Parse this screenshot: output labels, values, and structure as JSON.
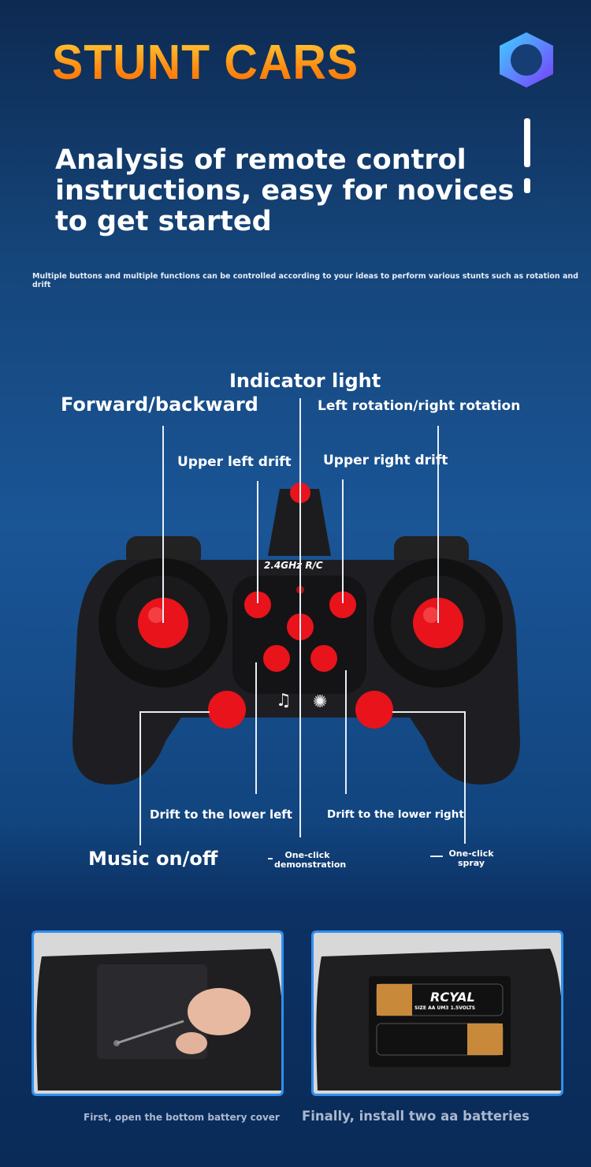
{
  "header": {
    "title": "STUNT CARS",
    "logo": "hexagon-ring-logo"
  },
  "heading": "Analysis of remote control instructions, easy for novices to get started",
  "subtitle": "Multiple buttons and multiple functions can be controlled according to your ideas to perform various stunts such as rotation and drift",
  "controller": {
    "brand_label": "2.4GHz  R/C"
  },
  "labels": {
    "indicator_light": "Indicator light",
    "forward_backward": "Forward/backward",
    "left_right_rotation": "Left rotation/right rotation",
    "upper_left_drift": "Upper left drift",
    "upper_right_drift": "Upper right drift",
    "lower_left_drift": "Drift to the lower left",
    "lower_right_drift": "Drift to the lower right",
    "music": "Music on/off",
    "demo_line1": "One-click",
    "demo_line2": "demonstration",
    "spray_line1": "One-click",
    "spray_line2": "spray"
  },
  "battery": {
    "brand": "RCYAL",
    "spec": "SIZE AA UM3 1.5VOLTS"
  },
  "captions": {
    "step1": "First, open the bottom battery cover",
    "step2": "Finally, install two aa batteries"
  },
  "colors": {
    "accent_orange": "#ff8a10",
    "button_red": "#e8131b",
    "panel_border": "#2f8ff0"
  }
}
